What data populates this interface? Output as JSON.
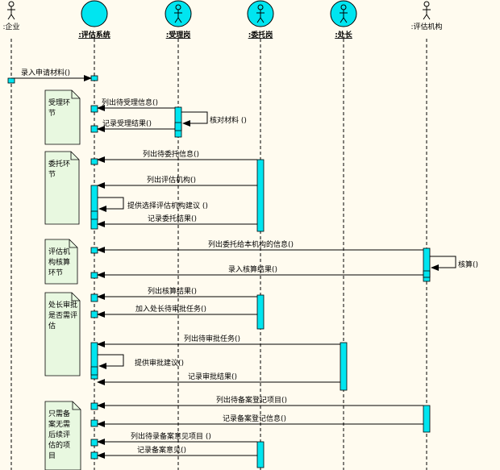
{
  "lifelines": [
    {
      "id": "enterprise",
      "label": ":企业",
      "kind": "actor"
    },
    {
      "id": "system",
      "label": ":评估系统",
      "kind": "circle"
    },
    {
      "id": "accept",
      "label": ":受理岗",
      "kind": "actor-circle"
    },
    {
      "id": "entrust",
      "label": ":委托岗",
      "kind": "actor-circle"
    },
    {
      "id": "chief",
      "label": ":处长",
      "kind": "actor-circle"
    },
    {
      "id": "agency",
      "label": ":评估机构",
      "kind": "actor"
    }
  ],
  "messages": [
    {
      "label": "录入申请材料()",
      "from": "enterprise",
      "to": "system"
    },
    {
      "label": "列出待受理信息()",
      "from": "accept",
      "to": "system"
    },
    {
      "label": "核对材料 ()",
      "from": "accept",
      "to": "accept"
    },
    {
      "label": "记录受理结果()",
      "from": "accept",
      "to": "system"
    },
    {
      "label": "列出待委托信息()",
      "from": "entrust",
      "to": "system"
    },
    {
      "label": "列出评估机构()",
      "from": "entrust",
      "to": "system"
    },
    {
      "label": "提供选择评估机构建议 ()",
      "from": "system",
      "to": "system"
    },
    {
      "label": "记录委托结果()",
      "from": "entrust",
      "to": "system"
    },
    {
      "label": "列出委托给本机构的信息()",
      "from": "agency",
      "to": "system"
    },
    {
      "label": "核算()",
      "from": "agency",
      "to": "agency"
    },
    {
      "label": "录入核算结果()",
      "from": "agency",
      "to": "system"
    },
    {
      "label": "列出核算结果()",
      "from": "entrust",
      "to": "system"
    },
    {
      "label": "加入处长待审批任务()",
      "from": "entrust",
      "to": "system"
    },
    {
      "label": "列出待审批任务()",
      "from": "chief",
      "to": "system"
    },
    {
      "label": "提供审批建议()",
      "from": "system",
      "to": "system"
    },
    {
      "label": "记录审批结果()",
      "from": "chief",
      "to": "system"
    },
    {
      "label": "列出待备案登记项目()",
      "from": "agency",
      "to": "system"
    },
    {
      "label": "记录备案登记信息()",
      "from": "agency",
      "to": "system"
    },
    {
      "label": "列出待录备案意见项目 ()",
      "from": "entrust",
      "to": "system"
    },
    {
      "label": "记录备案意见()",
      "from": "entrust",
      "to": "system"
    }
  ],
  "notes": [
    {
      "lines": [
        "受理环",
        "节"
      ]
    },
    {
      "lines": [
        "委托环",
        "节"
      ]
    },
    {
      "lines": [
        "评估机",
        "构核算",
        "环节"
      ]
    },
    {
      "lines": [
        "处长审批",
        "是否需评",
        "估"
      ]
    },
    {
      "lines": [
        "只需备",
        "案无需",
        "后续评",
        "估的项",
        "目"
      ]
    }
  ]
}
